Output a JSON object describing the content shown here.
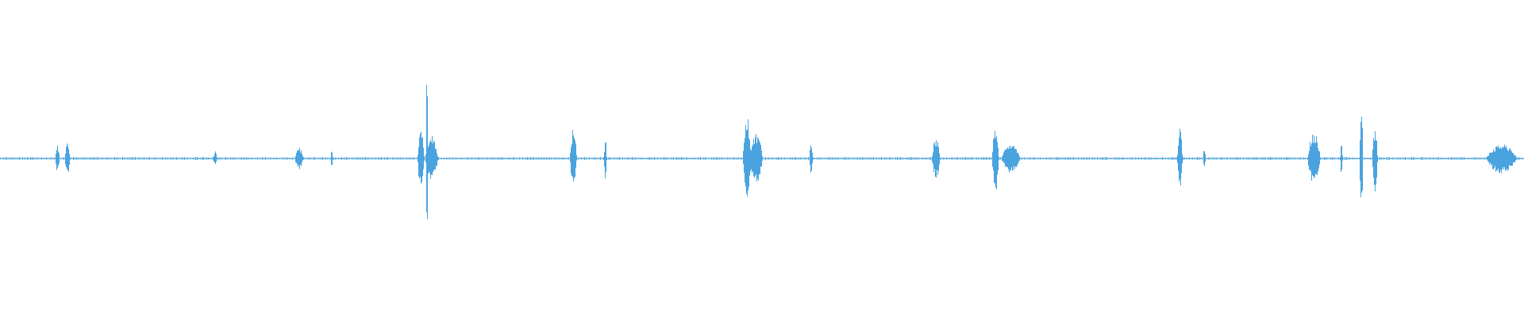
{
  "colors": {
    "background": "#ffffff",
    "waveform": "#4aa3df"
  },
  "waveform": {
    "bursts": [
      {
        "t": 0.0375,
        "amp": 0.09,
        "width": 0.0025
      },
      {
        "t": 0.044,
        "amp": 0.12,
        "width": 0.003
      },
      {
        "t": 0.141,
        "amp": 0.05,
        "width": 0.002
      },
      {
        "t": 0.196,
        "amp": 0.08,
        "width": 0.005
      },
      {
        "t": 0.2175,
        "amp": 0.06,
        "width": 0.001
      },
      {
        "t": 0.276,
        "amp": 0.22,
        "width": 0.004
      },
      {
        "t": 0.28,
        "amp": 0.64,
        "width": 0.001
      },
      {
        "t": 0.283,
        "amp": 0.16,
        "width": 0.008
      },
      {
        "t": 0.376,
        "amp": 0.2,
        "width": 0.004
      },
      {
        "t": 0.397,
        "amp": 0.18,
        "width": 0.001
      },
      {
        "t": 0.49,
        "amp": 0.28,
        "width": 0.005
      },
      {
        "t": 0.496,
        "amp": 0.18,
        "width": 0.008
      },
      {
        "t": 0.532,
        "amp": 0.1,
        "width": 0.002
      },
      {
        "t": 0.614,
        "amp": 0.14,
        "width": 0.005
      },
      {
        "t": 0.653,
        "amp": 0.24,
        "width": 0.004
      },
      {
        "t": 0.663,
        "amp": 0.1,
        "width": 0.012
      },
      {
        "t": 0.774,
        "amp": 0.2,
        "width": 0.003
      },
      {
        "t": 0.79,
        "amp": 0.08,
        "width": 0.001
      },
      {
        "t": 0.862,
        "amp": 0.18,
        "width": 0.008
      },
      {
        "t": 0.88,
        "amp": 0.14,
        "width": 0.001
      },
      {
        "t": 0.893,
        "amp": 0.34,
        "width": 0.002
      },
      {
        "t": 0.902,
        "amp": 0.22,
        "width": 0.003
      },
      {
        "t": 0.985,
        "amp": 0.1,
        "width": 0.02
      }
    ]
  }
}
